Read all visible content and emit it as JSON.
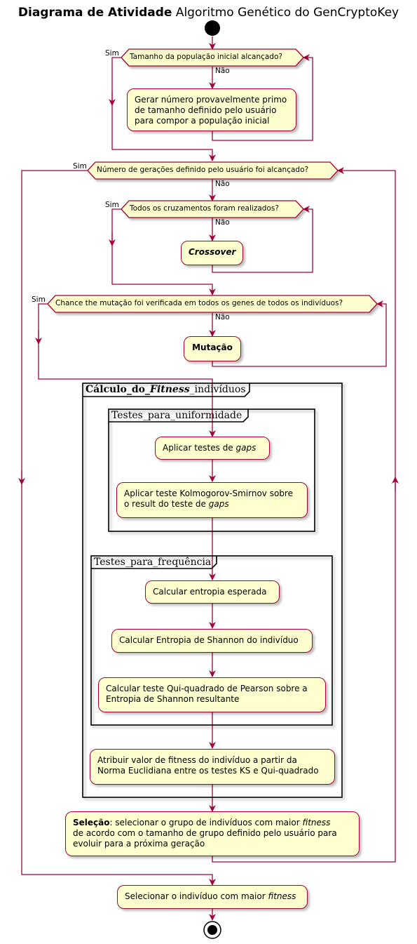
{
  "title": {
    "bold": "Diagrama de Atividade",
    "rest": "Algoritmo Genético do GenCryptoKey"
  },
  "labels": {
    "yes": "Sim",
    "no": "Não"
  },
  "loops": {
    "population": {
      "condition": "Tamanho da população inicial alcançado?",
      "activity": [
        "Gerar número provavelmente primo",
        "de tamanho definido pelo usuário",
        "para compor a população inicial"
      ]
    },
    "generations": {
      "condition": "Número de gerações definido pelo usuário foi alcançado?"
    },
    "crossover": {
      "condition": "Todos os cruzamentos foram realizados?",
      "activity": "Crossover"
    },
    "mutation": {
      "condition": "Chance the mutação foi verificada em todos os genes de todos os indivíduos?",
      "activity": "Mutação"
    }
  },
  "fitness_partition": {
    "prefix": "Cálculo_do_",
    "emph": "Fitness",
    "suffix": "_indivíduos",
    "uniformity": {
      "title": "Testes_para_uniformidade",
      "gaps_prefix": "Aplicar testes de ",
      "gaps_emph": "gaps",
      "ks_line1": "Aplicar teste Kolmogorov-Smirnov  sobre",
      "ks_line2_prefix": "o result do teste de ",
      "ks_line2_emph": "gaps"
    },
    "frequency": {
      "title": "Testes_para_frequência",
      "expected_entropy": "Calcular entropia esperada",
      "shannon": "Calcular Entropia de Shannon do indivíduo",
      "chi_line1": "Calcular teste Qui-quadrado de Pearson sobre a",
      "chi_line2": "Entropia de Shannon resultante"
    },
    "assign_line1": "Atribuir valor de fitness do indivíduo a partir da",
    "assign_line2": "Norma Euclidiana entre os testes KS e Qui-quadrado"
  },
  "selection": {
    "bold": "Seleção",
    "line1_rest": ": selecionar o grupo de indivíduos com maior ",
    "line1_emph": "fitness",
    "line2": "de acordo com o tamanho de grupo definido pelo usuário para",
    "line3": "evoluir para a próxima geração"
  },
  "final": {
    "prefix": "Selecionar o indivíduo com maior ",
    "emph": "fitness"
  }
}
